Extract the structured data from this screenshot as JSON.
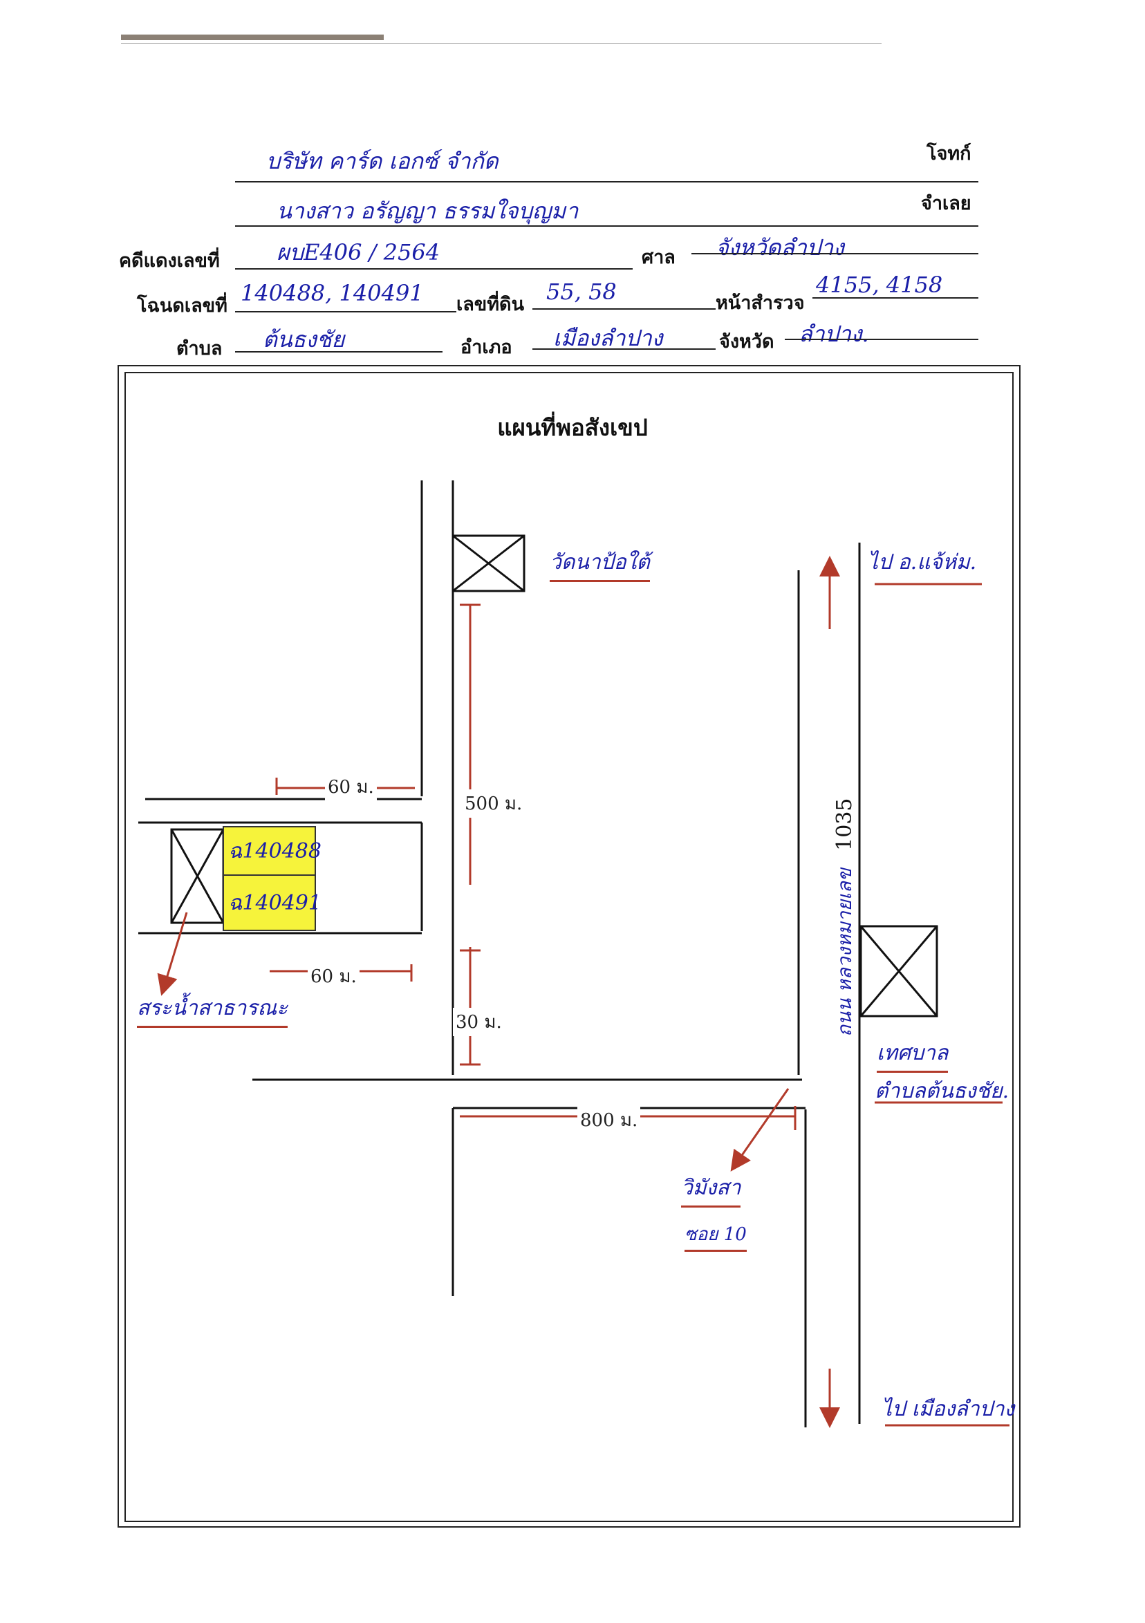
{
  "header": {
    "plaintiff_label": "โจทก์",
    "plaintiff_value": "บริษัท คาร์ด เอกซ์ จำกัด",
    "defendant_label": "จำเลย",
    "defendant_value": "นางสาว อรัญญา ธรรมใจบุญมา",
    "case_label": "คดีแดงเลขที่",
    "case_value": "ผบE406 / 2564",
    "court_label": "ศาล",
    "court_value": "จังหวัดลำปาง",
    "deed_label": "โฉนดเลขที่",
    "deed_value": "140488, 140491",
    "land_no_label": "เลขที่ดิน",
    "land_no_value": "55, 58",
    "survey_label": "หน้าสำรวจ",
    "survey_value": "4155, 4158",
    "subdistrict_label": "ตำบล",
    "subdistrict_value": "ต้นธงชัย",
    "district_label": "อำเภอ",
    "district_value": "เมืองลำปาง",
    "province_label": "จังหวัด",
    "province_value": "ลำปาง."
  },
  "map": {
    "title": "แผนที่พอสังเขป",
    "temple": "วัดนาป้อใต้",
    "to_north": "ไป อ.แจ้ห่ม.",
    "to_south": "ไป เมืองลำปาง",
    "road_name": "ถนน หลวงหมายเลข",
    "road_number": "1035",
    "municipality_line1": "เทศบาล",
    "municipality_line2": "ตำบลต้นธงชัย.",
    "pond": "สระน้ำสาธารณะ",
    "wat_label": "วิมังสา",
    "soi": "ซอย 10",
    "dist_500": "500 ม.",
    "dist_30": "30 ม.",
    "dist_800": "800 ม.",
    "dist_top_left": "60 ม.",
    "dist_bottom_left": "60 ม.",
    "parcel_1": "ฉ140488",
    "parcel_2": "ฉ140491"
  }
}
